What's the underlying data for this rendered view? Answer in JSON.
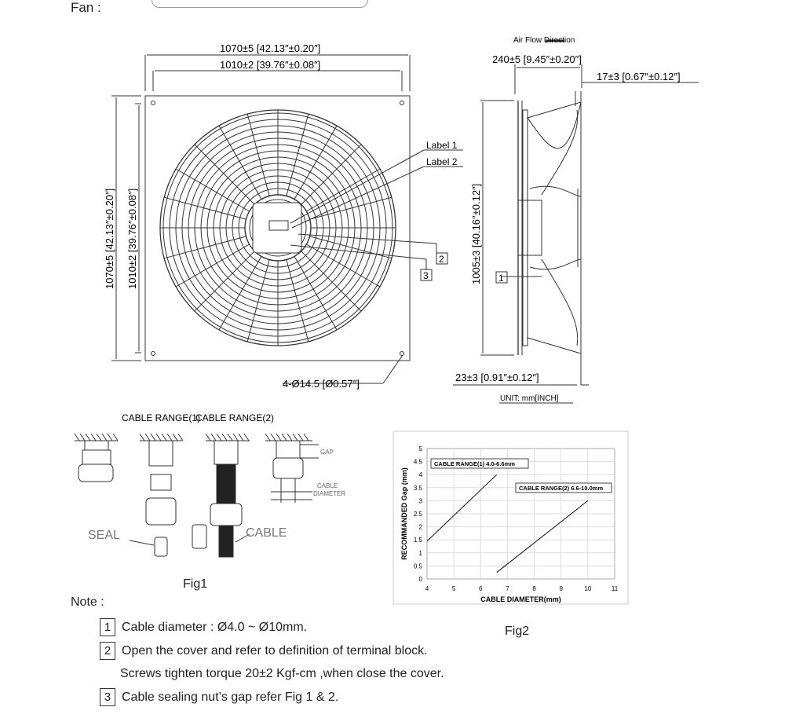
{
  "header": {
    "fan_label": "Fan :"
  },
  "front_view": {
    "dim_outer_width": "1070±5 [42.13″±0.20″]",
    "dim_inner_width": "1010±2 [39.76″±0.08″]",
    "dim_outer_height": "1070±5 [42.13″±0.20″]",
    "dim_inner_height": "1010±2 [39.76″±0.08″]",
    "hole_spec": "4-Ø14.5 [Ø0.57″]",
    "label_1": "Label 1",
    "label_2": "Label 2",
    "callout_2": "2",
    "callout_3": "3"
  },
  "side_view": {
    "airflow_label": "Air Flow Direction",
    "dim_depth": "240±5 [9.45″±0.20″]",
    "dim_flange": "17±3 [0.67″±0.12″]",
    "dim_height": "1005±3 [40.16″±0.12″]",
    "dim_offset": "23±3 [0.91″±0.12″]",
    "callout_1": "1",
    "unit": "UNIT: mm[INCH]"
  },
  "cable_figure": {
    "range1": "CABLE RANGE(1)",
    "range2": "CABLE RANGE(2)",
    "gap_label": "GAP",
    "cable_diameter_label_1": "CABLE",
    "cable_diameter_label_2": "DIAMETER",
    "seal_label": "SEAL",
    "cable_label": "CABLE",
    "caption": "Fig1"
  },
  "chart_caption": "Fig2",
  "chart_data": {
    "type": "line",
    "xlabel": "CABLE DIAMETER(mm)",
    "ylabel": "RECOMMANDED Gap (mm)",
    "xlim": [
      4,
      11
    ],
    "ylim": [
      0,
      5
    ],
    "xticks": [
      4,
      5,
      6,
      7,
      8,
      9,
      10,
      11
    ],
    "yticks": [
      0,
      0.5,
      1,
      1.5,
      2,
      2.5,
      3,
      3.5,
      4,
      4.5,
      5
    ],
    "grid": true,
    "series": [
      {
        "name": "CABLE RANGE(1) 4.0-6.6mm",
        "x": [
          4.0,
          6.6
        ],
        "y": [
          1.45,
          4.0
        ]
      },
      {
        "name": "CABLE RANGE(2) 6.6-10.0mm",
        "x": [
          6.6,
          10.0
        ],
        "y": [
          0.25,
          3.0
        ]
      }
    ]
  },
  "notes": {
    "title": "Note :",
    "items": [
      {
        "num": "1",
        "text": "Cable diameter : Ø4.0 ~ Ø10mm."
      },
      {
        "num": "2",
        "text": "Open the cover and refer to definition of terminal block."
      },
      {
        "num": "3",
        "text": "Cable sealing nut’s gap refer Fig 1 & 2."
      }
    ],
    "continuation": "Screws tighten torque 20±2 Kgf-cm ,when close the cover."
  }
}
